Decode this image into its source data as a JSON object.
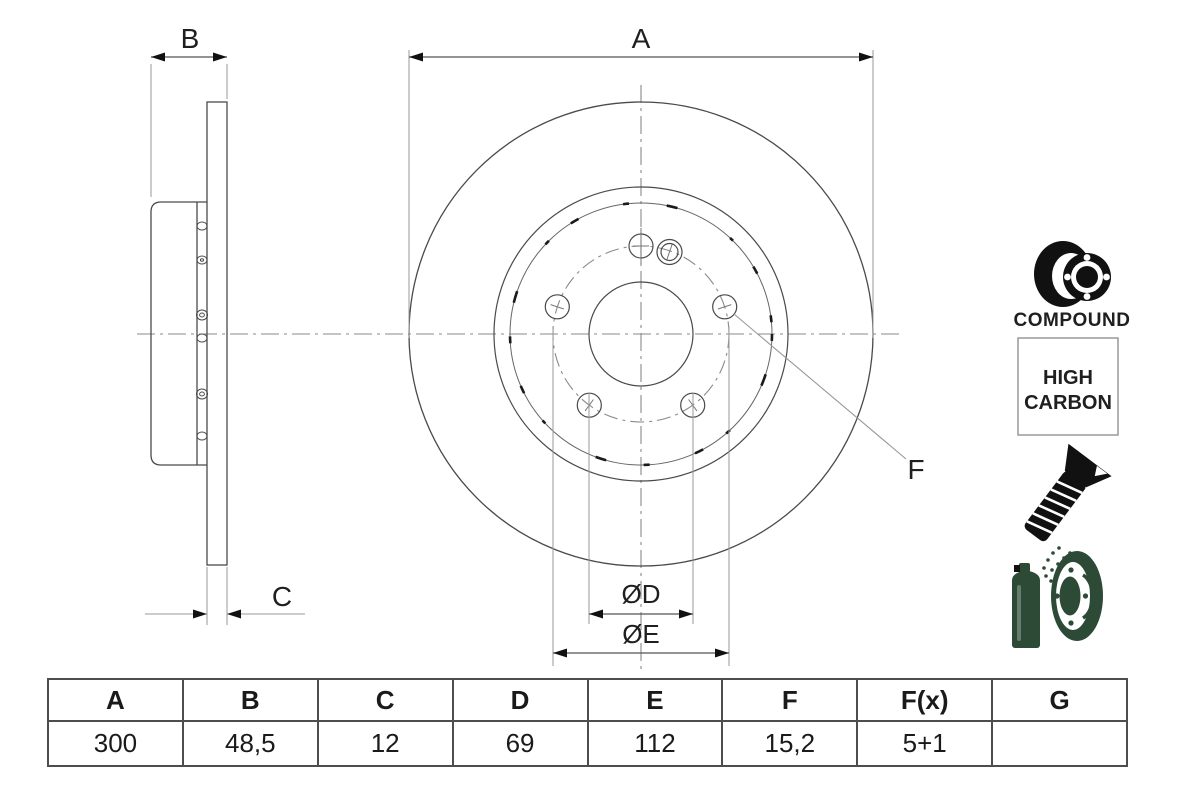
{
  "drawing": {
    "dim_labels": {
      "a": "A",
      "b": "B",
      "c": "C",
      "d": "ØD",
      "e": "ØE",
      "f": "F"
    }
  },
  "features": {
    "compound": {
      "label": "COMPOUND"
    },
    "high_carbon": {
      "line1": "HIGH",
      "line2": "CARBON"
    }
  },
  "icons": {
    "compound": "brake-disc-compound-icon",
    "screw": "countersunk-screw-icon",
    "spray": "spray-can-with-disc-icon"
  },
  "colors": {
    "outline": "#4a4a4a",
    "extension_line": "#999999",
    "centerline": "#8a8a8a",
    "arrow_black": "#111111",
    "icon_green": "#2c4a36",
    "table_border": "#4d4d4d"
  },
  "spec_table": {
    "headers": [
      "A",
      "B",
      "C",
      "D",
      "E",
      "F",
      "F(x)",
      "G"
    ],
    "values": [
      "300",
      "48,5",
      "12",
      "69",
      "112",
      "15,2",
      "5+1",
      ""
    ]
  }
}
